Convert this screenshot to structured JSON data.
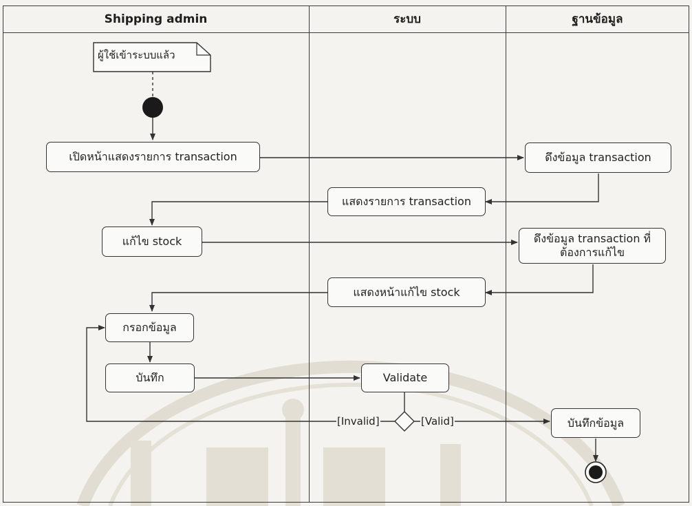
{
  "lanes": {
    "shipping_admin": "Shipping admin",
    "system": "ระบบ",
    "database": "ฐานข้อมูล"
  },
  "note": "ผู้ใช้เข้าระบบแล้ว",
  "actions": {
    "open_transaction_list": "เปิดหน้าแสดงรายการ transaction",
    "fetch_transaction": "ดึงข้อมูล transaction",
    "show_transaction_list": "แสดงรายการ transaction",
    "edit_stock": "แก้ไข stock",
    "fetch_transaction_to_edit": "ดึงข้อมูล transaction ที่ต้องการแก้ไข",
    "show_edit_stock_page": "แสดงหน้าแก้ไข stock",
    "fill_data": "กรอกข้อมูล",
    "save": "บันทึก",
    "validate": "Validate",
    "save_data": "บันทึกข้อมูล"
  },
  "guards": {
    "invalid": "[Invalid]",
    "valid": "[Valid]"
  },
  "colors": {
    "line": "#333333",
    "node_fill": "#fafaf8",
    "background": "#f4f3ef",
    "watermark": "#e3ded3"
  }
}
